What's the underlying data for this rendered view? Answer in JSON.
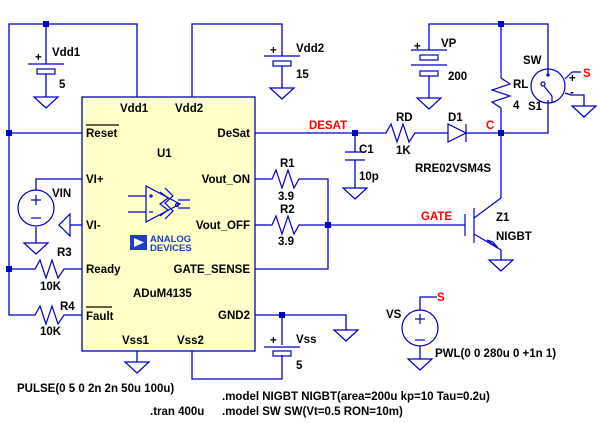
{
  "schematic": {
    "ic": {
      "ref": "U1",
      "part": "ADuM4135",
      "vendor_logo": [
        "ANALOG",
        "DEVICES"
      ],
      "pins_left": [
        "Reset",
        "VI+",
        "VI-",
        "Ready",
        "Fault"
      ],
      "pins_right": [
        "DeSat",
        "Vout_ON",
        "Vout_OFF",
        "GATE_SENSE",
        "GND2"
      ],
      "pins_top": [
        "Vdd1",
        "Vdd2"
      ],
      "pins_bottom": [
        "Vss1",
        "Vss2"
      ]
    },
    "sources": {
      "vdd1": {
        "name": "Vdd1",
        "value": "5"
      },
      "vdd2": {
        "name": "Vdd2",
        "value": "15"
      },
      "vp": {
        "name": "VP",
        "value": "200"
      },
      "vss": {
        "name": "Vss",
        "value": "5"
      },
      "vin": {
        "name": "VIN"
      },
      "vs": {
        "name": "VS",
        "value": "PWL(0 0 280u 0 +1n 1)"
      }
    },
    "resistors": {
      "r1": {
        "name": "R1",
        "value": "3.9"
      },
      "r2": {
        "name": "R2",
        "value": "3.9"
      },
      "r3": {
        "name": "R3",
        "value": "10K"
      },
      "r4": {
        "name": "R4",
        "value": "10K"
      },
      "rd": {
        "name": "RD",
        "value": "1K"
      },
      "rl": {
        "name": "RL",
        "value": "4"
      }
    },
    "capacitor": {
      "name": "C1",
      "value": "10p"
    },
    "diode": {
      "name": "D1",
      "value": "RRE02VSM4S"
    },
    "igbt": {
      "name": "Z1",
      "value": "NIGBT"
    },
    "switch": {
      "name": "S1",
      "model": "SW",
      "plus": "+",
      "minus": "-"
    },
    "net_labels": {
      "desat": "DESAT",
      "gate": "GATE",
      "c": "C",
      "s1": "S",
      "s2": "S"
    },
    "directives": {
      "pulse": "PULSE(0 5 0 2n 2n 50u 100u)",
      "tran": ".tran 400u",
      "model_igbt": ".model NIGBT NIGBT(area=200u kp=10 Tau=0.2u)",
      "model_sw": ".model SW SW(Vt=0.5 RON=10m)"
    },
    "plus_sign": "+"
  }
}
